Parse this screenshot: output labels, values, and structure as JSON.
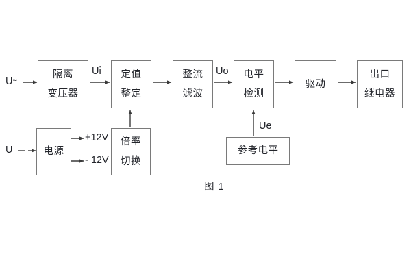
{
  "figure": {
    "caption": "图 1",
    "colors": {
      "block_border": "#7a7a7a",
      "text": "#23252b",
      "wire": "#3a3a3a",
      "background": "#ffffff"
    }
  },
  "blocks": [
    {
      "id": "isolation-transformer",
      "lines": [
        "隔离",
        "变压器"
      ]
    },
    {
      "id": "setting-value",
      "lines": [
        "定值",
        "整定"
      ]
    },
    {
      "id": "rectify-filter",
      "lines": [
        "整流",
        "滤波"
      ]
    },
    {
      "id": "level-detection",
      "lines": [
        "电平",
        "检测"
      ]
    },
    {
      "id": "drive",
      "lines": [
        "驱动"
      ]
    },
    {
      "id": "output-relay",
      "lines": [
        "出口",
        "继电器"
      ]
    },
    {
      "id": "power-supply",
      "lines": [
        "电源"
      ]
    },
    {
      "id": "multiplier-switch",
      "lines": [
        "倍率",
        "切换"
      ]
    },
    {
      "id": "reference-level",
      "lines": [
        "参考电平"
      ]
    }
  ],
  "signals": {
    "input_ac": "U",
    "input_ac_mark": "~",
    "input_dc": "U",
    "ui": "Ui",
    "uo": "Uo",
    "ue": "Ue",
    "supply_positive": "+12V",
    "supply_negative": "- 12V"
  }
}
